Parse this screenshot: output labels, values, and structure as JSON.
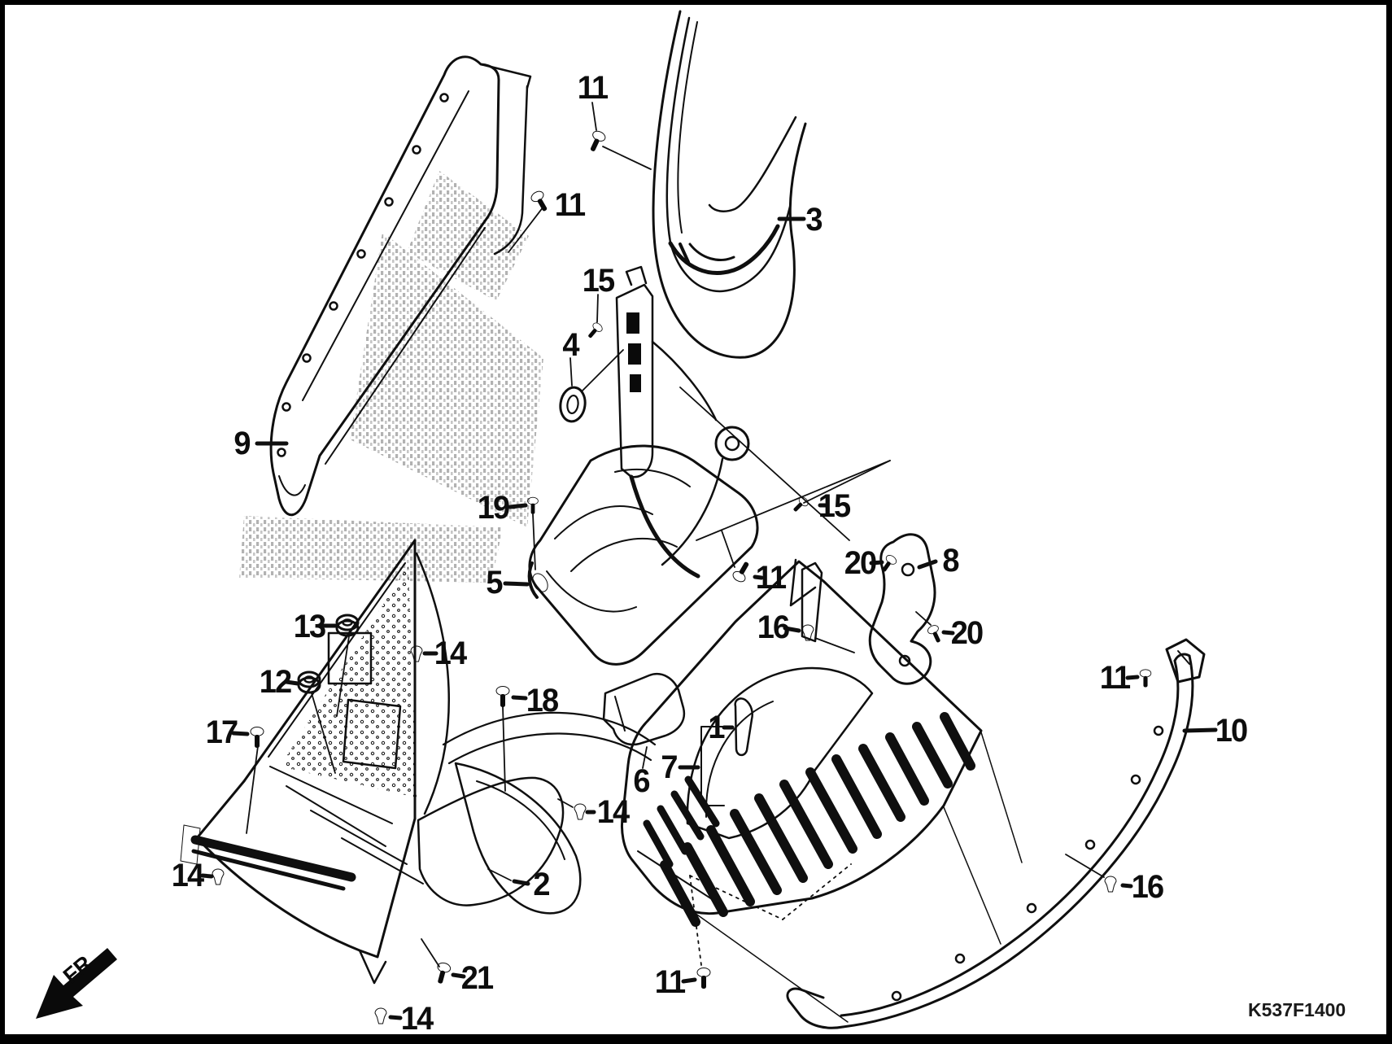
{
  "figure": {
    "diagram_code": "K537F1400",
    "direction_label": "FR.",
    "colors": {
      "ink": "#0f0f0f",
      "background": "#ffffff"
    }
  },
  "callouts": [
    {
      "label": "11"
    },
    {
      "label": "11"
    },
    {
      "label": "3"
    },
    {
      "label": "15"
    },
    {
      "label": "4"
    },
    {
      "label": "9"
    },
    {
      "label": "19"
    },
    {
      "label": "15"
    },
    {
      "label": "5"
    },
    {
      "label": "11"
    },
    {
      "label": "20"
    },
    {
      "label": "8"
    },
    {
      "label": "16"
    },
    {
      "label": "20"
    },
    {
      "label": "13"
    },
    {
      "label": "14"
    },
    {
      "label": "12"
    },
    {
      "label": "18"
    },
    {
      "label": "17"
    },
    {
      "label": "1"
    },
    {
      "label": "7"
    },
    {
      "label": "6"
    },
    {
      "label": "14"
    },
    {
      "label": "2"
    },
    {
      "label": "14"
    },
    {
      "label": "21"
    },
    {
      "label": "14"
    },
    {
      "label": "11"
    },
    {
      "label": "11"
    },
    {
      "label": "10"
    },
    {
      "label": "16"
    }
  ]
}
